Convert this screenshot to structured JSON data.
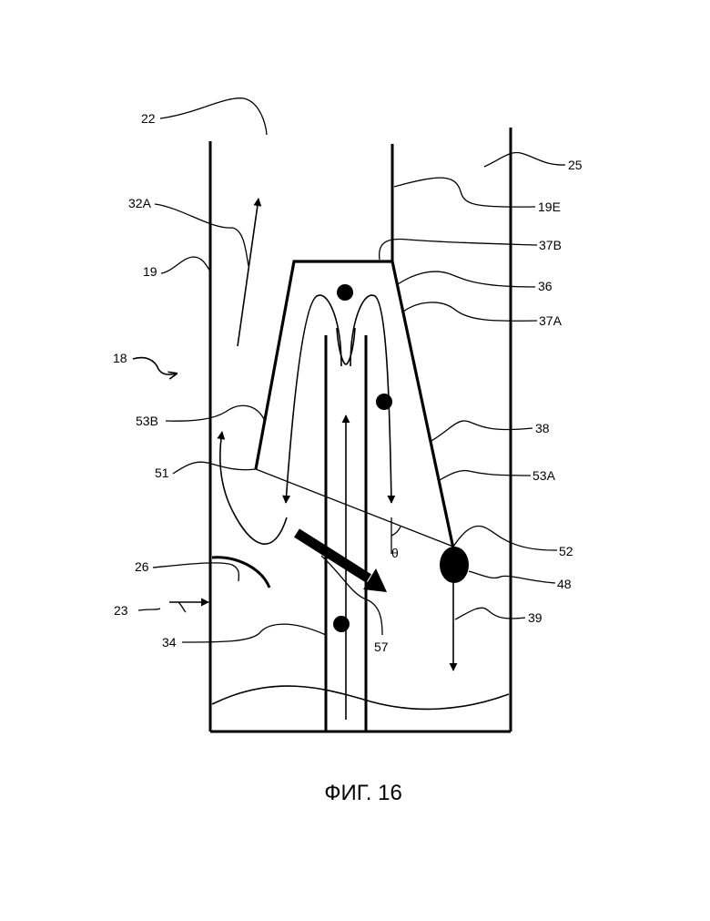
{
  "figure": {
    "caption": "ФИГ. 16",
    "angle_symbol": "θ",
    "labels": {
      "l22": "22",
      "l25": "25",
      "l32A": "32A",
      "l19E": "19E",
      "l37B": "37B",
      "l19": "19",
      "l36": "36",
      "l37A": "37A",
      "l18": "18",
      "l53B": "53B",
      "l38": "38",
      "l51": "51",
      "l53A": "53A",
      "l52": "52",
      "l26": "26",
      "l48": "48",
      "l23": "23",
      "l39": "39",
      "l34": "34",
      "l57": "57"
    }
  }
}
